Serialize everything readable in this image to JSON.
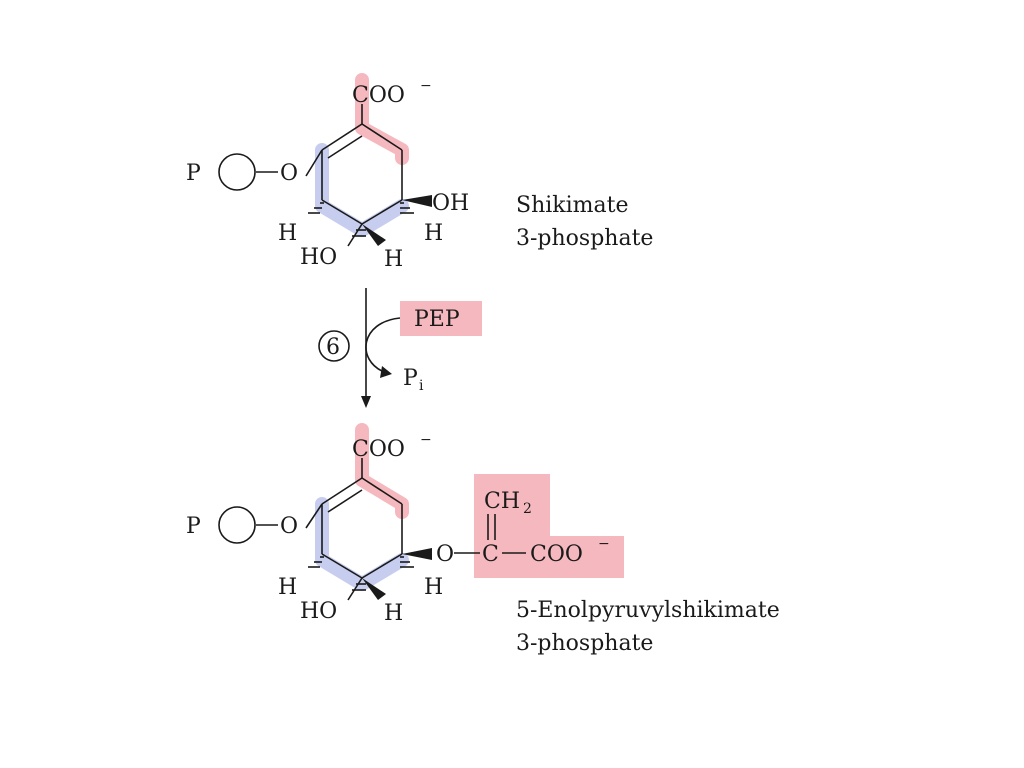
{
  "colors": {
    "highlight_red": "#f6b8bf",
    "highlight_blue": "#c7cdef",
    "ink": "#1a1a1a"
  },
  "reactant": {
    "carboxylate": "COO",
    "carboxylate_charge": "−",
    "phosphate": "P",
    "ether_o": "O",
    "hydroxyl_right": "OH",
    "h_left": "H",
    "h_right": "H",
    "hydroxyl_bottom": "HO",
    "h_bottom": "H",
    "name_line1": "Shikimate",
    "name_line2": "3-phosphate"
  },
  "reaction": {
    "step_number": "6",
    "reagent_in": "PEP",
    "byproduct_main": "P",
    "byproduct_sub": "i"
  },
  "product": {
    "carboxylate": "COO",
    "carboxylate_charge": "−",
    "phosphate": "P",
    "ether_o": "O",
    "h_left": "H",
    "h_right": "H",
    "hydroxyl_bottom": "HO",
    "h_bottom": "H",
    "enol_o": "O",
    "enol_c": "C",
    "enol_ch2_main": "CH",
    "enol_ch2_sub": "2",
    "enol_coo": "COO",
    "enol_coo_charge": "−",
    "name_line1": "5-Enolpyruvylshikimate",
    "name_line2": "3-phosphate"
  }
}
